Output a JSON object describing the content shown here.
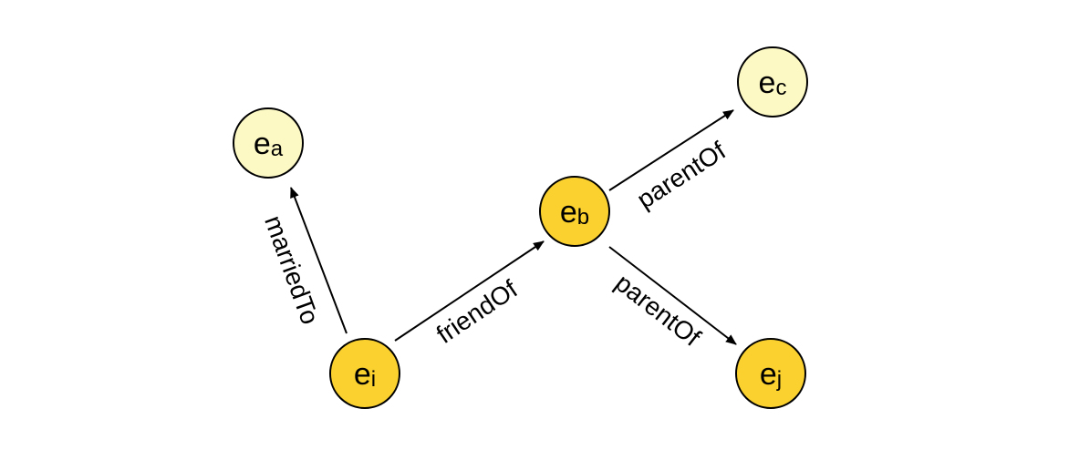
{
  "colors": {
    "node_light": "#fdf9c4",
    "node_dark": "#fad12f",
    "stroke": "#000000"
  },
  "nodes": {
    "ea": {
      "main": "e",
      "sub": "a",
      "style": "light"
    },
    "ec": {
      "main": "e",
      "sub": "c",
      "style": "light"
    },
    "eb": {
      "main": "e",
      "sub": "b",
      "style": "dark"
    },
    "ei": {
      "main": "e",
      "sub": "i",
      "style": "dark"
    },
    "ej": {
      "main": "e",
      "sub": "j",
      "style": "dark"
    }
  },
  "edges": {
    "married_to": {
      "from": "ei",
      "to": "ea",
      "label": "marriedTo"
    },
    "friend_of": {
      "from": "ei",
      "to": "eb",
      "label": "friendOf"
    },
    "parent_of_c": {
      "from": "eb",
      "to": "ec",
      "label": "parentOf"
    },
    "parent_of_j": {
      "from": "eb",
      "to": "ej",
      "label": "parentOf"
    }
  }
}
